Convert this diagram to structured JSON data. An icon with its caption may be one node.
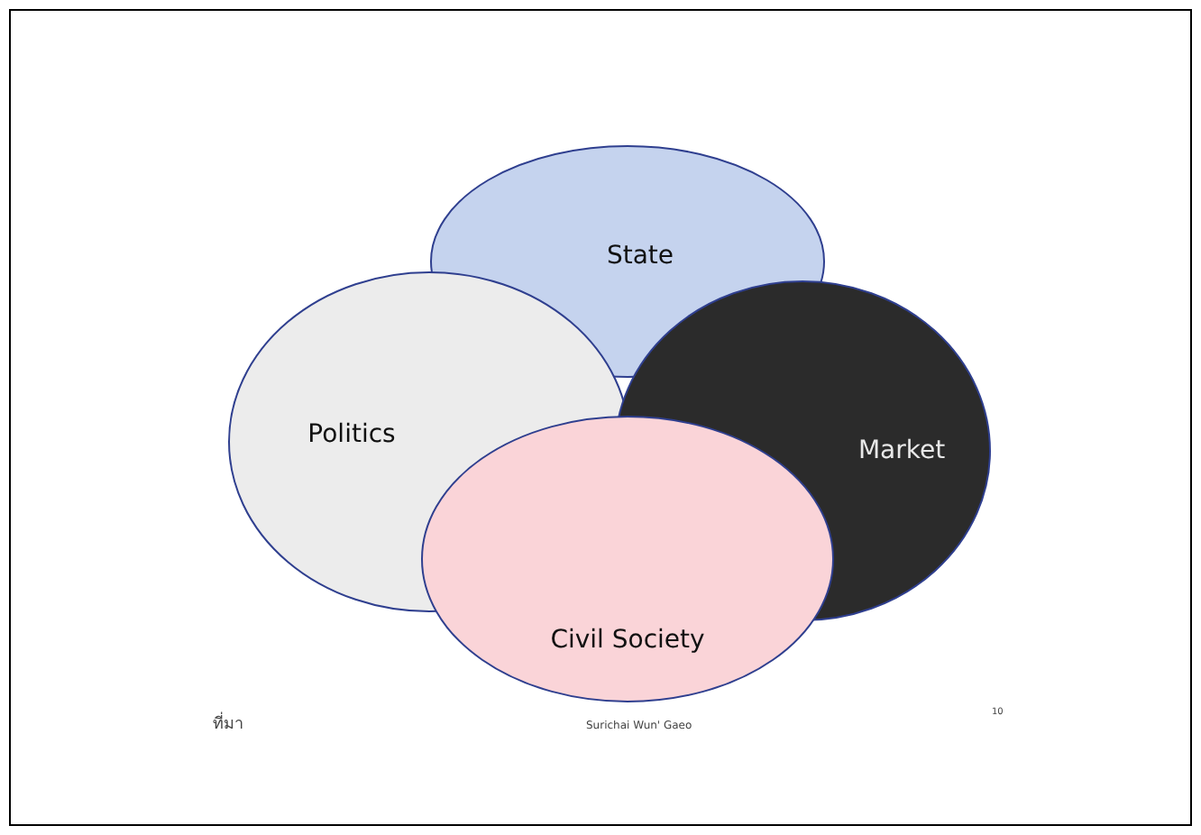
{
  "diagram": {
    "nodes": [
      {
        "text": [
          "State"
        ]
      },
      {
        "text": [
          "Politics"
        ]
      },
      {
        "text": [
          "Market"
        ]
      },
      {
        "text": [
          "Civil Society"
        ]
      }
    ],
    "labels": [
      "ที่มา",
      "Surichai Wun' Gaeo",
      "10"
    ]
  }
}
